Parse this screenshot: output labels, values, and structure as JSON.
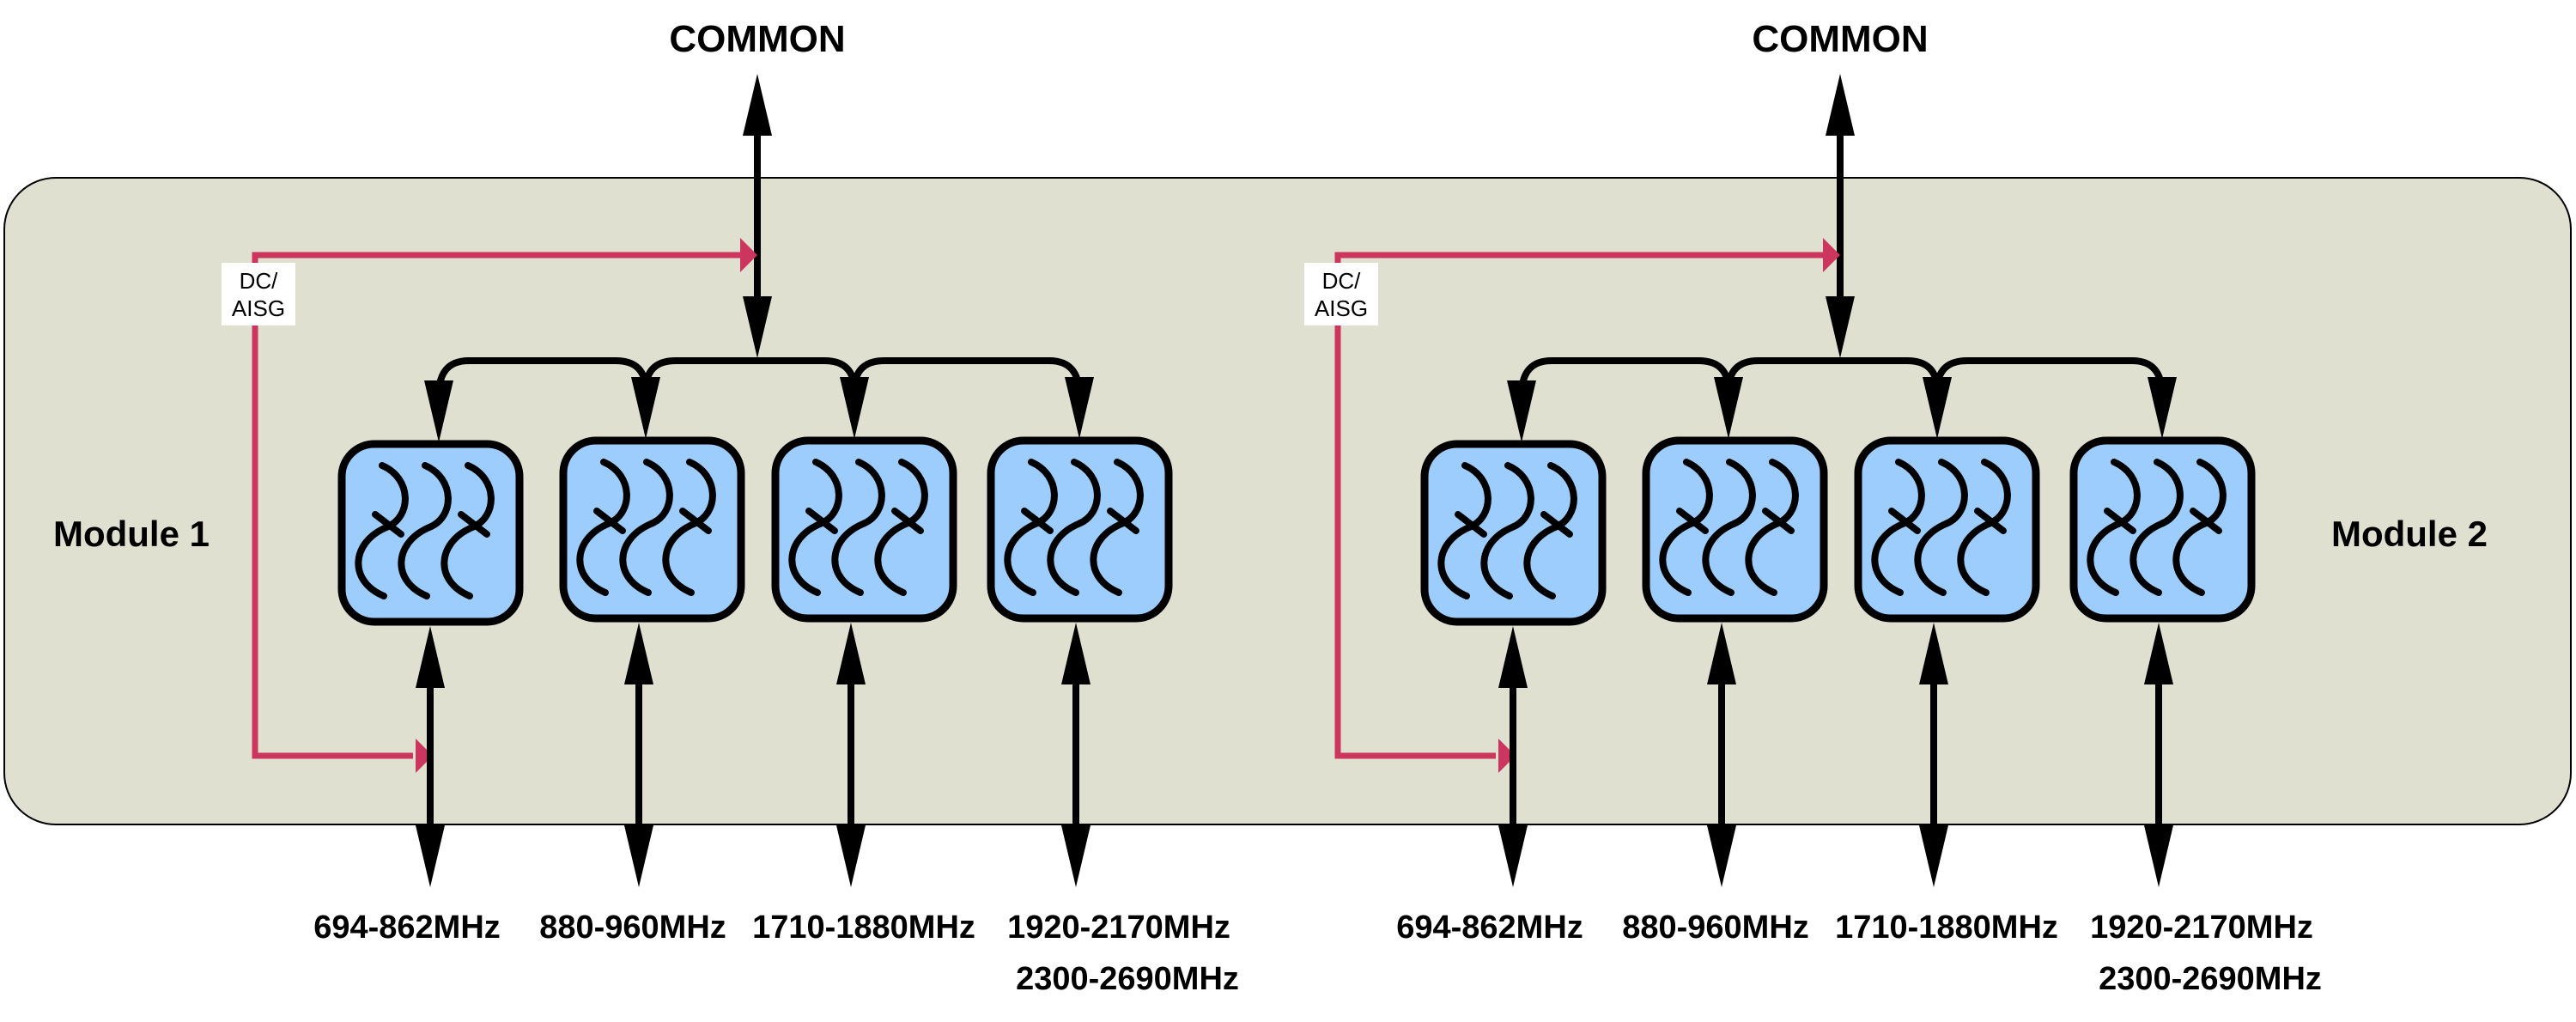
{
  "colors": {
    "panel_fill": "#dfe0cf",
    "filter_fill": "#9dcdfc",
    "dc_line": "#cc355d",
    "line": "#000000"
  },
  "icons": {
    "filter": "bandpass-filter-icon"
  },
  "modules": [
    {
      "name": "Module 1",
      "common_label": "COMMON",
      "dc_label_line1": "DC/",
      "dc_label_line2": "AISG",
      "bands": [
        {
          "line1": "694-862MHz"
        },
        {
          "line1": "880-960MHz"
        },
        {
          "line1": "1710-1880MHz"
        },
        {
          "line1": "1920-2170MHz",
          "line2": "2300-2690MHz"
        }
      ]
    },
    {
      "name": "Module 2",
      "common_label": "COMMON",
      "dc_label_line1": "DC/",
      "dc_label_line2": "AISG",
      "bands": [
        {
          "line1": "694-862MHz"
        },
        {
          "line1": "880-960MHz"
        },
        {
          "line1": "1710-1880MHz"
        },
        {
          "line1": "1920-2170MHz",
          "line2": "2300-2690MHz"
        }
      ]
    }
  ]
}
